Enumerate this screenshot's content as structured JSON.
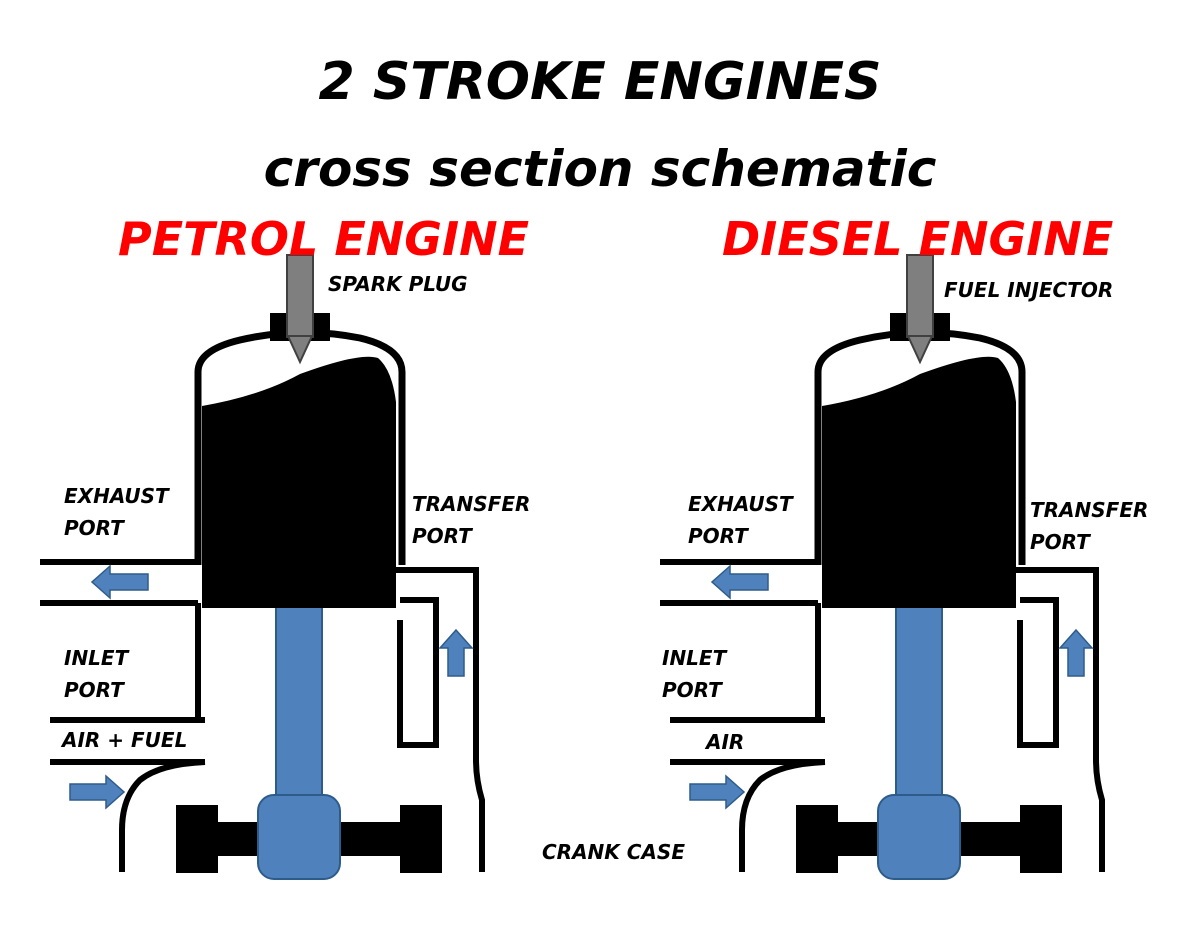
{
  "title": "2 STROKE ENGINES",
  "subtitle": "cross section schematic",
  "colors": {
    "heading": "#ff0000",
    "rod": "#4f81bd",
    "arrow": "#4f81bd",
    "plug": "#7f7f7f"
  },
  "engines": [
    {
      "name": "PETROL ENGINE",
      "top_label": "SPARK PLUG",
      "exhaust_label": "EXHAUST\nPORT",
      "transfer_label": "TRANSFER\nPORT",
      "inlet_label": "INLET\nPORT",
      "intake_label": "AIR + FUEL"
    },
    {
      "name": "DIESEL ENGINE",
      "top_label": "FUEL INJECTOR",
      "exhaust_label": "EXHAUST\nPORT",
      "transfer_label": "TRANSFER\nPORT",
      "inlet_label": "INLET\nPORT",
      "intake_label": "AIR"
    }
  ],
  "crank_case_label": "CRANK CASE"
}
